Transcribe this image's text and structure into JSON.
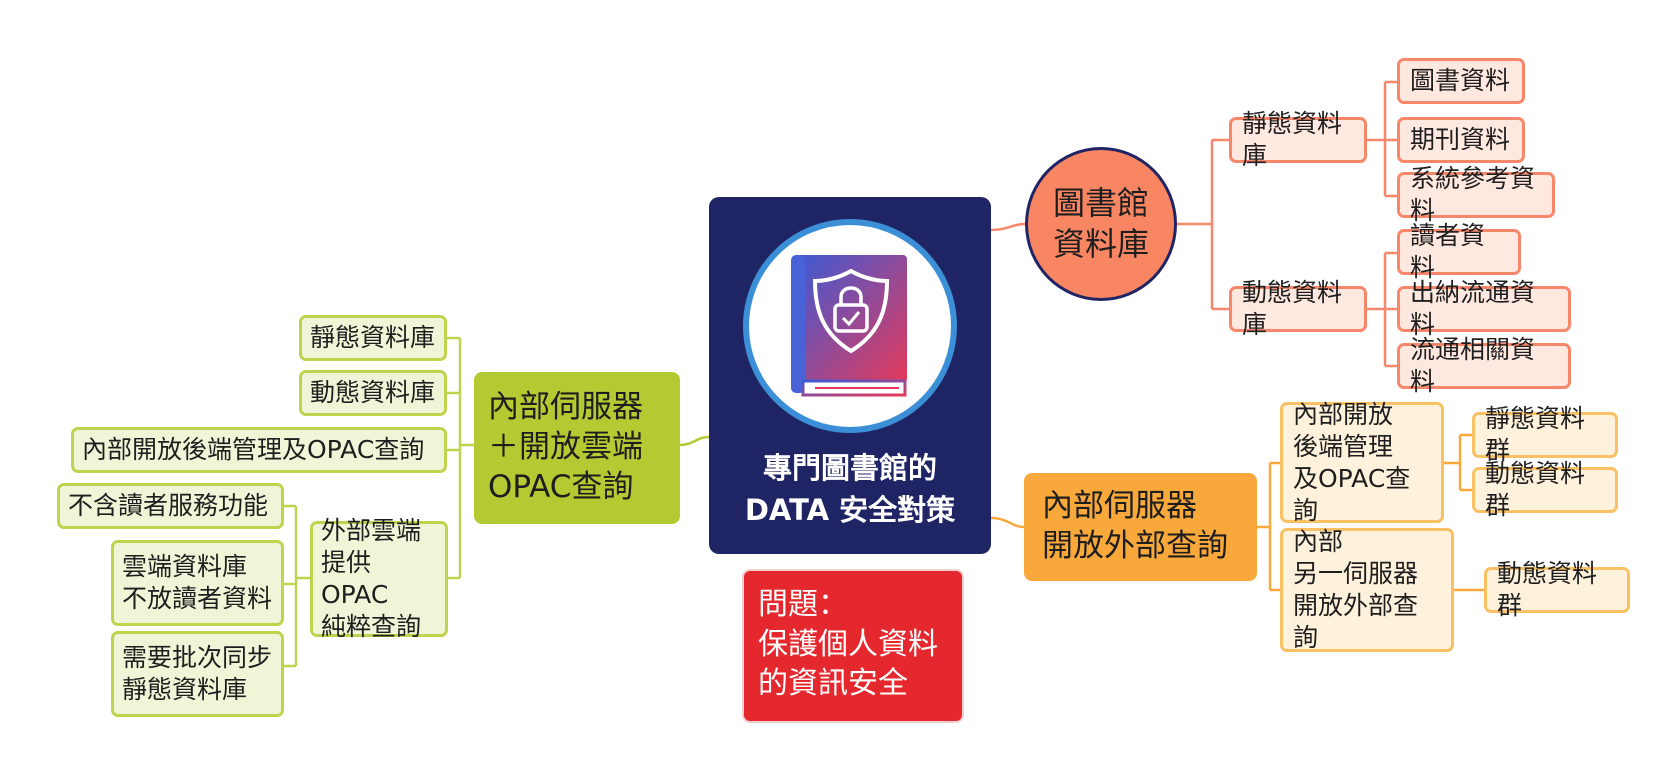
{
  "center": {
    "title": "專門圖書館的\nDATA 安全對策",
    "icon": "secure-book-icon"
  },
  "problem": {
    "text": "問題：\n保護個人資料\n的資訊安全"
  },
  "library_db": {
    "label": "圖書館\n資料庫",
    "static": {
      "label": "靜態資料庫",
      "items": [
        "圖書資料",
        "期刊資料",
        "系統參考資料"
      ]
    },
    "dynamic": {
      "label": "動態資料庫",
      "items": [
        "讀者資料",
        "出納流通資料",
        "流通相關資料"
      ]
    }
  },
  "internal_external": {
    "label": "內部伺服器\n開放外部查詢",
    "option1": {
      "label": "內部開放\n後端管理\n及OPAC查詢",
      "items": [
        "靜態資料群",
        "動態資料群"
      ]
    },
    "option2": {
      "label": "內部\n另一伺服器\n開放外部查詢",
      "items": [
        "動態資料群"
      ]
    }
  },
  "internal_cloud": {
    "label": "內部伺服器\n ＋開放雲端\nOPAC查詢",
    "static_db": "靜態資料庫",
    "dynamic_db": "動態資料庫",
    "internal_open": "內部開放後端管理及OPAC查詢",
    "external_cloud": {
      "label": "外部雲端\n提供OPAC\n純粹查詢",
      "items": [
        "不含讀者服務功能",
        "雲端資料庫\n不放讀者資料",
        "需要批次同步\n靜態資料庫"
      ]
    }
  },
  "colors": {
    "navy": "#1f2464",
    "salmon": "#f98663",
    "amber": "#f9a93b",
    "green": "#b5c932",
    "red": "#e5282e"
  }
}
